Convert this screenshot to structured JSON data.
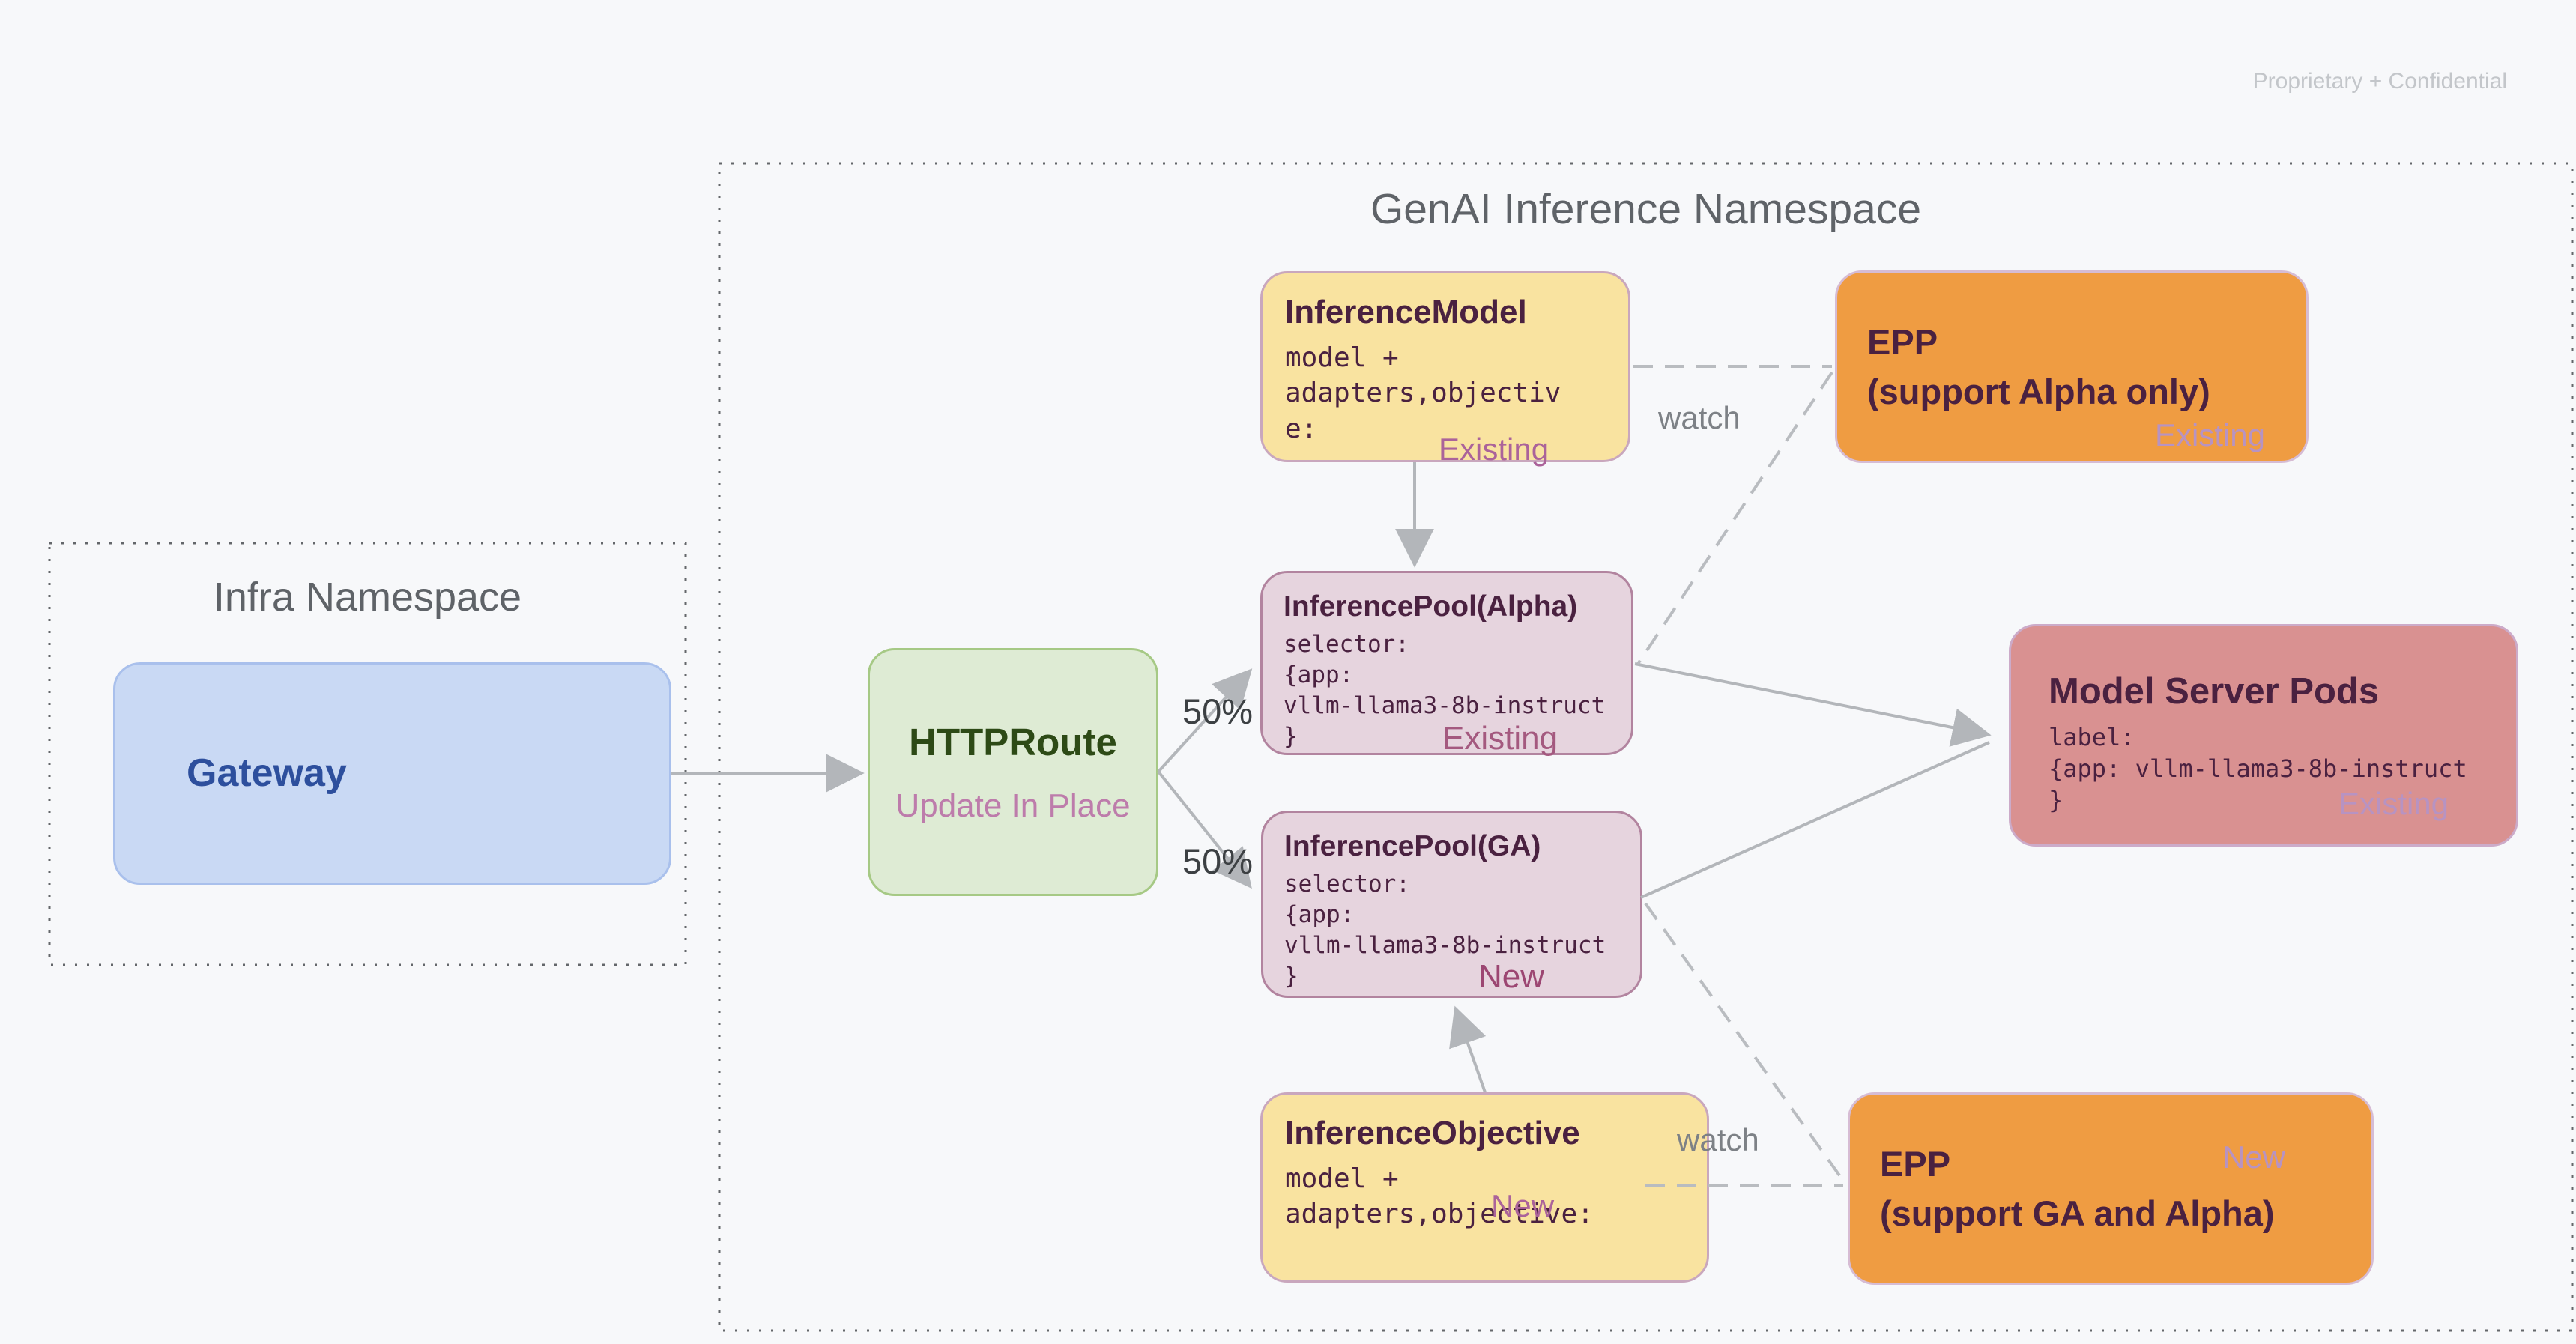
{
  "page": {
    "watermark": "Proprietary + Confidential",
    "background": "#f7f8fa"
  },
  "namespaces": {
    "infra": {
      "title": "Infra Namespace"
    },
    "genai": {
      "title": "GenAI Inference Namespace"
    }
  },
  "nodes": {
    "gateway": {
      "title": "Gateway",
      "fill": "#c9d9f4",
      "border": "#a9c0ec",
      "text_color": "#2d4f9d"
    },
    "httproute": {
      "title": "HTTPRoute",
      "subtitle": "Update In Place",
      "fill": "#deebd4",
      "border": "#a6c985",
      "text_color": "#2d4a16",
      "subtitle_color": "#bd7cab"
    },
    "inference_model": {
      "title": "InferenceModel",
      "code": "model +\nadapters,objective:",
      "status": "Existing",
      "fill": "#f9e3a0",
      "border": "#c9a7bd"
    },
    "epp_alpha": {
      "title": "EPP",
      "subtitle": "(support Alpha only)",
      "status": "Existing",
      "fill": "#ef9c42",
      "border": "#d6bcd4"
    },
    "pool_alpha": {
      "title": "InferencePool(Alpha)",
      "code": "selector:\n{app:\nvllm-llama3-8b-instruct\n}",
      "status": "Existing",
      "fill": "#e6d4de",
      "border": "#b2849f"
    },
    "model_server_pods": {
      "title": "Model Server Pods",
      "code": "label:\n{app: vllm-llama3-8b-instruct\n}",
      "status": "Existing",
      "fill": "#d99191",
      "border": "#ccabc9"
    },
    "pool_ga": {
      "title": "InferencePool(GA)",
      "code": "selector:\n{app:\nvllm-llama3-8b-instruct\n}",
      "status": "New",
      "fill": "#e6d4de",
      "border": "#b2849f"
    },
    "inference_objective": {
      "title": "InferenceObjective",
      "code": "model +\nadapters,objective:",
      "status": "New",
      "fill": "#f9e3a0",
      "border": "#c9a7bd"
    },
    "epp_ga": {
      "title": "EPP",
      "subtitle": "(support GA and Alpha)",
      "status": "New",
      "fill": "#ef9c42",
      "border": "#d6bcd4"
    }
  },
  "edges": {
    "watch_model_to_epp_alpha": "watch",
    "watch_objective_to_epp_ga": "watch",
    "split_to_pool_alpha": "50%",
    "split_to_pool_ga": "50%"
  },
  "colors": {
    "arrow": "#b3b6ba",
    "dashed_edge": "#b9bcc0",
    "dotted_namespace_border": "#64676b",
    "node_title_text": "#4a2140",
    "namespace_title_text": "#5f6368",
    "watch_text": "#7d8186",
    "percent_text": "#3c4043",
    "status_pool_existing": "#a4597f",
    "status_pool_new": "#9c4672",
    "status_crd": "#ab639a",
    "status_epp_msp": "#b793c2"
  }
}
